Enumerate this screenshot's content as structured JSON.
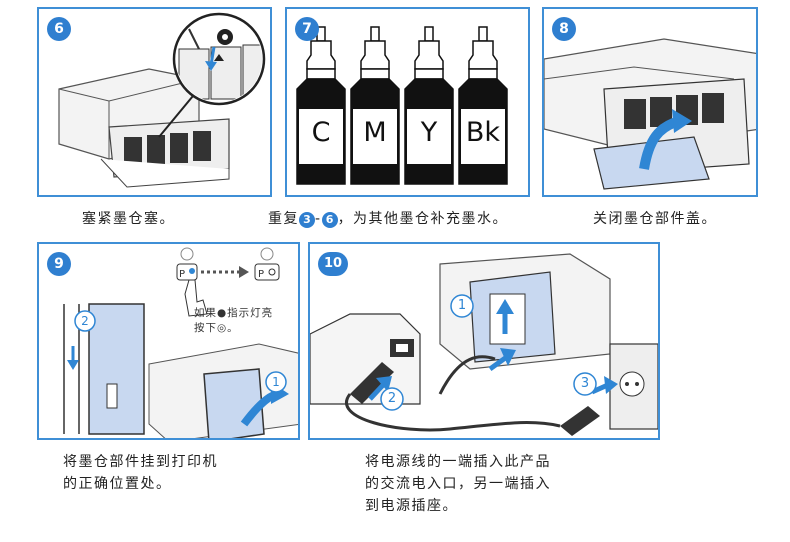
{
  "steps": {
    "s6": {
      "num": "6",
      "caption": "塞紧墨仓塞。"
    },
    "s7": {
      "num": "7",
      "bottles": [
        "C",
        "M",
        "Y",
        "Bk"
      ]
    },
    "caption_mid": {
      "prefix": "重复",
      "ref_a": "3",
      "dash": "-",
      "ref_b": "6",
      "suffix": "，为其他墨仓补充墨水。"
    },
    "s8": {
      "num": "8",
      "caption": "关闭墨仓部件盖。"
    },
    "s9": {
      "num": "9",
      "tip_line1": "如果",
      "tip_line1b": "指示灯亮",
      "tip_line2": "按下",
      "callout1": "1",
      "callout2": "2",
      "caption_line1": "将墨仓部件挂到打印机",
      "caption_line2": "的正确位置处。"
    },
    "s10": {
      "num": "10",
      "callout1": "1",
      "callout2": "2",
      "callout3": "3",
      "caption_line1": "将电源线的一端插入此产品",
      "caption_line2": "的交流电入口，另一端插入",
      "caption_line3": "到电源插座。"
    }
  },
  "colors": {
    "accent": "#2f7fd0",
    "border": "#3f8fd6",
    "panel_fill": "#c8d8f0",
    "arrow": "#2f86d4"
  },
  "icons": [
    "drop-icon",
    "plug-icon",
    "outlet-icon",
    "finger-pointer-icon",
    "button-icon"
  ]
}
